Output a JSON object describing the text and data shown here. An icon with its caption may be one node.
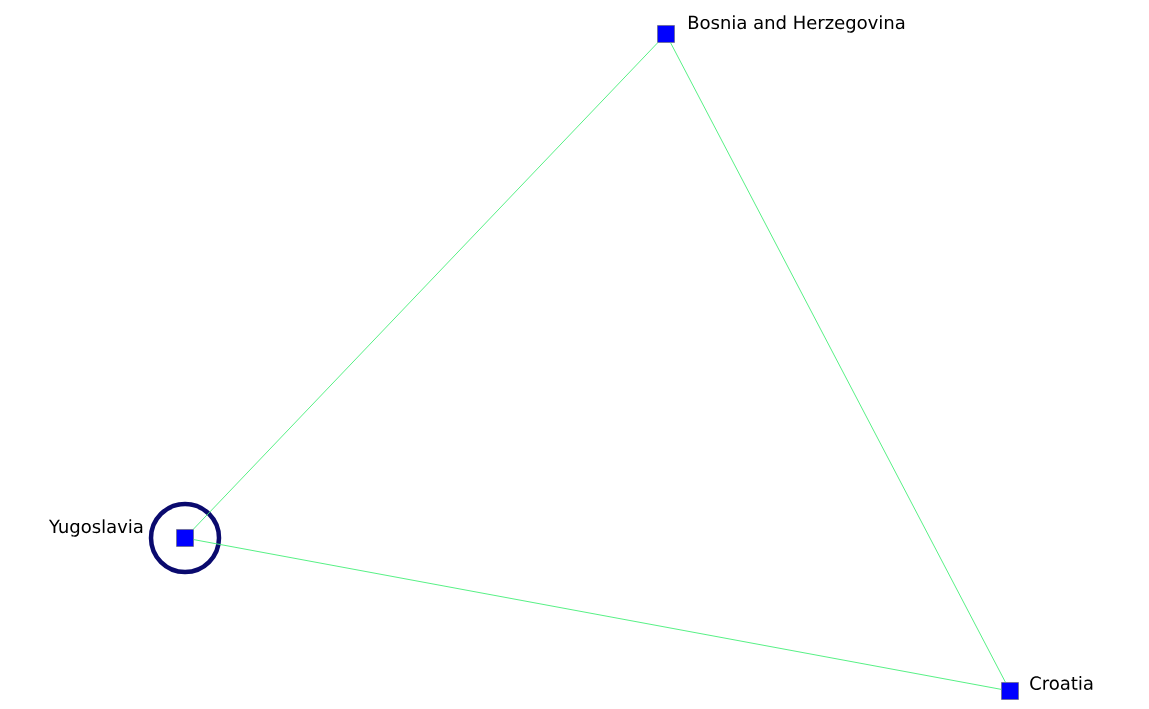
{
  "diagram": {
    "nodes": [
      {
        "text": [
          "Bosnia and Herzegovina"
        ]
      },
      {
        "text": [
          "Yugoslavia"
        ]
      },
      {
        "text": [
          "Croatia"
        ]
      }
    ],
    "edges": [
      {
        "from": 0,
        "to": 1,
        "arrow": "none"
      },
      {
        "from": 0,
        "to": 2,
        "arrow": "none"
      },
      {
        "from": 1,
        "to": 2,
        "arrow": "none"
      }
    ]
  }
}
